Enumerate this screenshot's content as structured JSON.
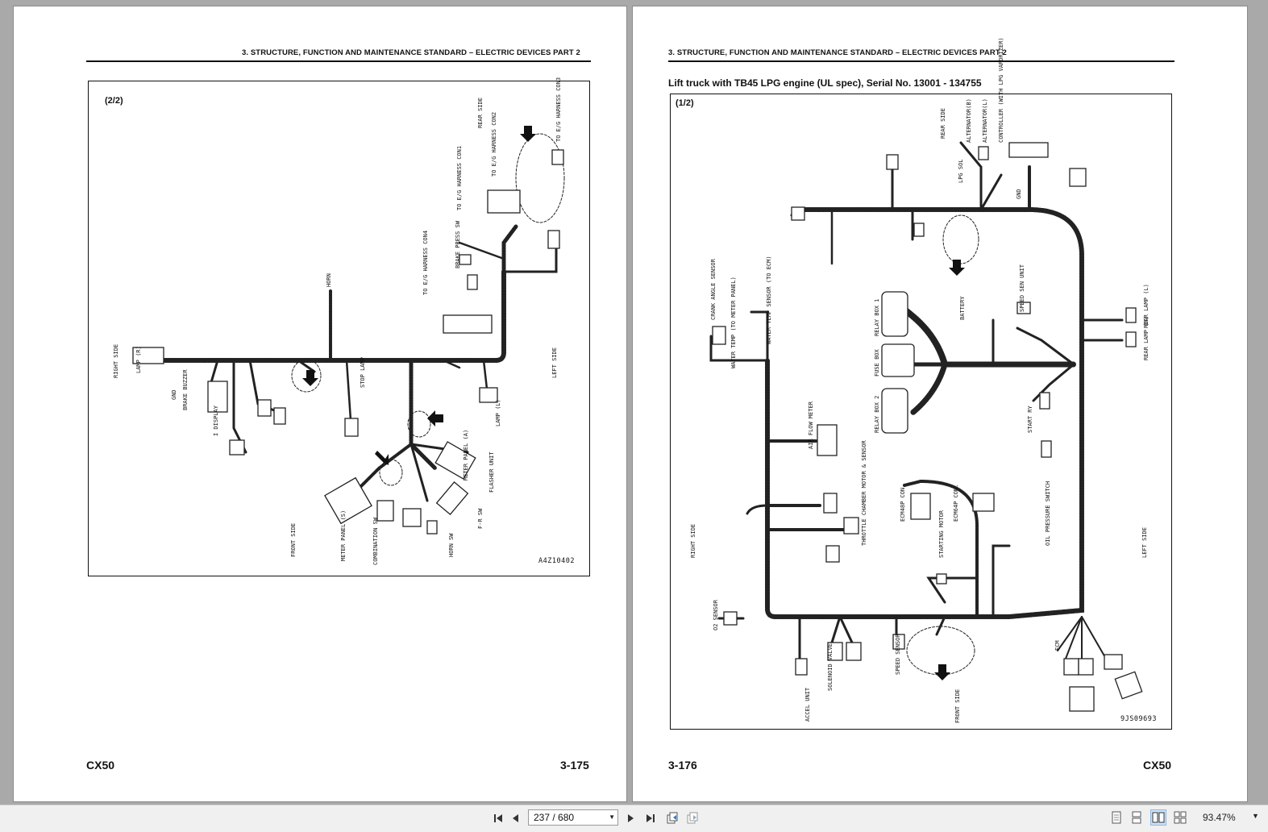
{
  "left_page": {
    "header": "3. STRUCTURE, FUNCTION AND MAINTENANCE STANDARD – ELECTRIC DEVICES PART 2",
    "diagram_tag": "(2/2)",
    "diagram_code": "A4Z10402",
    "footer_model": "CX50",
    "footer_page": "3-175",
    "labels": {
      "right_side": "RIGHT SIDE",
      "left_side": "LEFT SIDE",
      "front_side": "FRONT SIDE",
      "rear_side": "REAR SIDE",
      "horn": "HORN",
      "gnd": "GND",
      "brake_buzzer": "BRAKE BUZZER",
      "i_display": "I DISPLAY",
      "to_eg_harness_con2": "TO E/G HARNESS CON2",
      "to_eg_harness_con3": "TO E/G HARNESS CON3",
      "to_eg_harness_con1": "TO E/G HARNESS CON1",
      "to_eg_harness_con4": "TO E/G HARNESS CON4",
      "brake_press_sw": "BRAKE PRESS SW",
      "stop_lamp": "STOP LAMP",
      "meter_panel_s": "METER PANEL (S)",
      "meter_panel_a": "METER PANEL (A)",
      "combination_sw": "COMBINATION SW",
      "horn_sw": "HORN SW",
      "fr_sw": "F-R SW",
      "flasher_unit": "FLASHER UNIT",
      "lamp_l": "LAMP (L)",
      "lamp_r": "LAMP (R)"
    }
  },
  "right_page": {
    "header": "3. STRUCTURE, FUNCTION AND MAINTENANCE STANDARD – ELECTRIC DEVICES PART 2",
    "subtitle": "Lift truck with TB45 LPG engine (UL spec), Serial No. 13001 - 134755",
    "diagram_tag": "(1/2)",
    "diagram_code": "9JS09693",
    "footer_page": "3-176",
    "footer_model": "CX50",
    "labels": {
      "rear_side": "REAR SIDE",
      "front_side": "FRONT SIDE",
      "right_side": "RIGHT SIDE",
      "left_side": "LEFT SIDE",
      "crank_angle_sensor": "CRANK ANGLE SENSOR",
      "water_temp_to_meter": "WATER TEMP (TO METER PANEL)",
      "water_temp_sensor": "WATER TEMP SENSOR (TO ECM)",
      "relay_box_1": "RELAY BOX 1",
      "relay_box_2": "RELAY BOX 2",
      "fuse_box": "FUSE BOX",
      "battery": "BATTERY",
      "air_flow_meter": "AIR FLOW METER",
      "alternator_b": "ALTERNATOR(B)",
      "alternator_l": "ALTERNATOR(L)",
      "controller": "CONTROLLER (WITH LPG VAPORIZER)",
      "lpg_sol": "LPG SOL",
      "speed_sen_unit": "SPEED SEN UNIT",
      "start_ry": "START RY",
      "rear_lamp_r": "REAR LAMP (R)",
      "rear_lamp_l": "REAR LAMP (L)",
      "ecm": "ECM",
      "o2_sensor": "O2 SENSOR",
      "accel_unit": "ACCEL UNIT",
      "solenoid_valve": "SOLENOID VALVE",
      "speed_sensor": "SPEED SENSOR",
      "oil_pressure_switch": "OIL PRESSURE SWITCH",
      "starting_motor": "STARTING MOTOR",
      "throttle_chamber": "THROTTLE CHAMBER MOTOR & SENSOR",
      "ecm_64p": "ECM64P CON.",
      "ecm_48p": "ECM48P CON.",
      "gnd": "GND"
    }
  },
  "toolbar": {
    "page_field": "237 / 680",
    "zoom": "93.47%",
    "first_icon": "first-page-icon",
    "prev_icon": "prev-page-icon",
    "next_icon": "next-page-icon",
    "last_icon": "last-page-icon"
  }
}
